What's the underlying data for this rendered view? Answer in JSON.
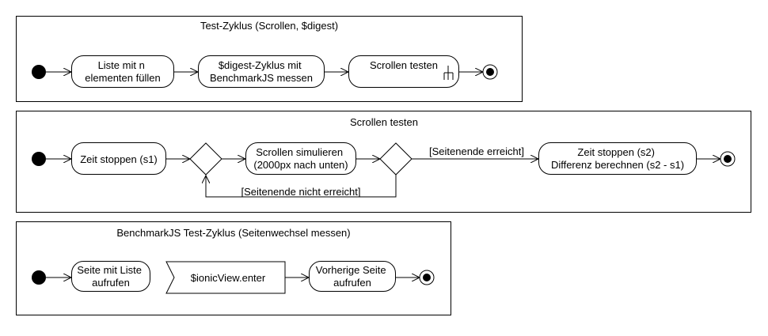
{
  "diagram": {
    "activities": [
      {
        "title": "Test-Zyklus (Scrollen, $digest)",
        "nodes": {
          "fill_list": [
            "Liste mit n",
            "elementen füllen"
          ],
          "measure_digest": [
            "$digest-Zyklus mit",
            "BenchmarkJS messen"
          ],
          "test_scroll": [
            "Scrollen testen"
          ]
        }
      },
      {
        "title": "Scrollen testen",
        "nodes": {
          "stop_time_s1": [
            "Zeit stoppen (s1)"
          ],
          "simulate_scroll": [
            "Scrollen simulieren",
            "(2000px nach unten)"
          ],
          "stop_time_s2": [
            "Zeit stoppen (s2)",
            "Differenz berechnen (s2 - s1)"
          ]
        },
        "guards": {
          "end_reached": "[Seitenende erreicht]",
          "end_not_reached": "[Seitenende nicht erreicht]"
        }
      },
      {
        "title": "BenchmarkJS Test-Zyklus (Seitenwechsel messen)",
        "nodes": {
          "open_list_page": [
            "Seite mit Liste",
            "aufrufen"
          ],
          "ionic_view_enter": [
            "$ionicView.enter"
          ],
          "open_previous_page": [
            "Vorherige Seite",
            "aufrufen"
          ]
        }
      }
    ]
  }
}
